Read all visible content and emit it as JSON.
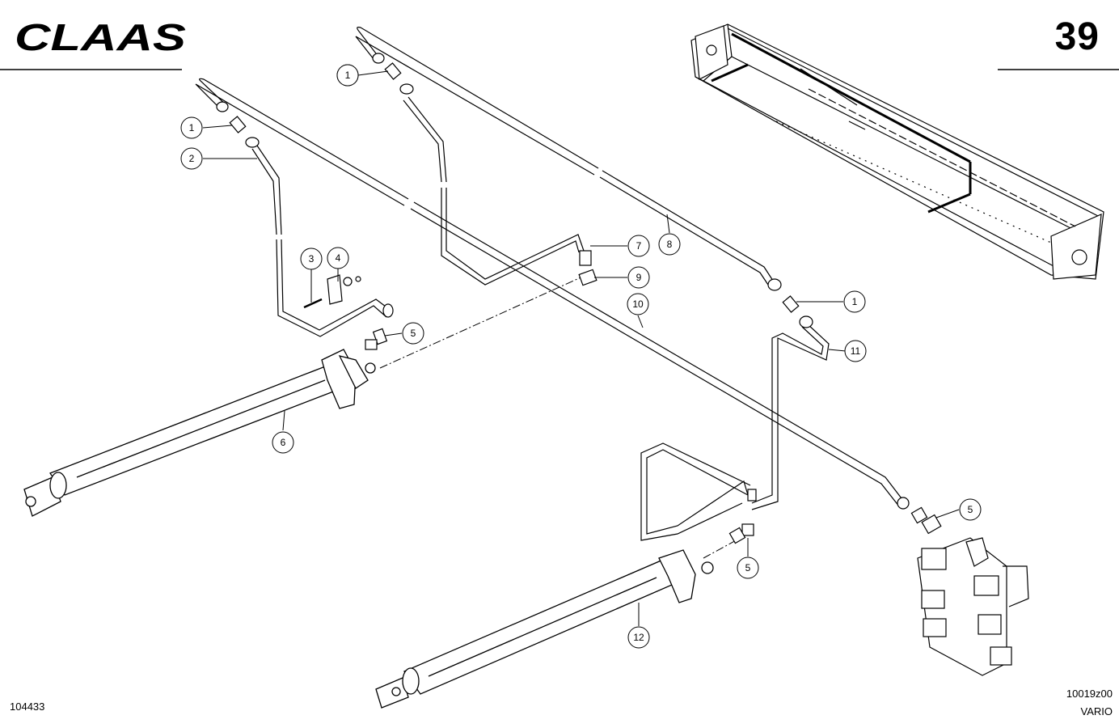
{
  "header": {
    "brand": "CLAAS",
    "page_number": "39"
  },
  "footer": {
    "document_code": "104433",
    "figure_code": "10019z00",
    "variant": "VARIO"
  },
  "callouts": [
    {
      "id": "c1a",
      "label": "1"
    },
    {
      "id": "c1b",
      "label": "1"
    },
    {
      "id": "c2",
      "label": "2"
    },
    {
      "id": "c1c",
      "label": "1"
    },
    {
      "id": "c3",
      "label": "3"
    },
    {
      "id": "c4",
      "label": "4"
    },
    {
      "id": "c5a",
      "label": "5"
    },
    {
      "id": "c6",
      "label": "6"
    },
    {
      "id": "c7",
      "label": "7"
    },
    {
      "id": "c8",
      "label": "8"
    },
    {
      "id": "c9",
      "label": "9"
    },
    {
      "id": "c10",
      "label": "10"
    },
    {
      "id": "c1d",
      "label": "1"
    },
    {
      "id": "c11",
      "label": "11"
    },
    {
      "id": "c5b",
      "label": "5"
    },
    {
      "id": "c5c",
      "label": "5"
    },
    {
      "id": "c12",
      "label": "12"
    }
  ]
}
